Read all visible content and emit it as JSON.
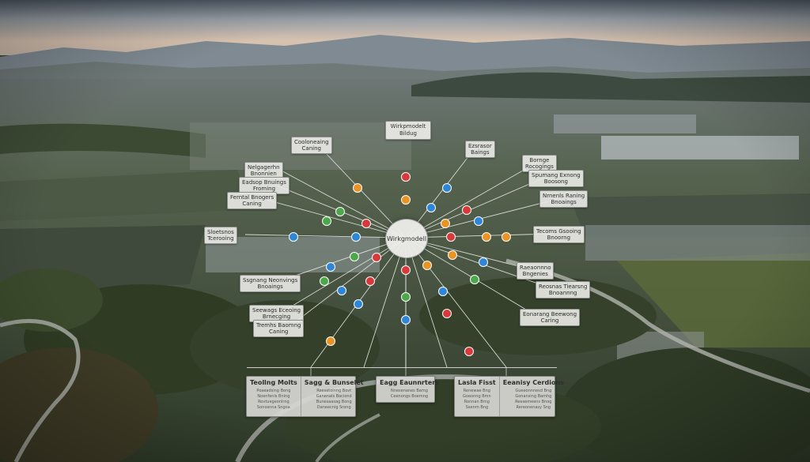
{
  "diagram": {
    "title": [
      "Wirkpmodelt",
      "Bildug"
    ],
    "hub": "Wirkgmodell",
    "labels": [
      {
        "lines": [
          "Cooloneaing",
          "Caning"
        ]
      },
      {
        "lines": [
          "Nelgagerhn",
          "Bnonnien"
        ]
      },
      {
        "lines": [
          "Eadsop Bnuings",
          "Froming"
        ]
      },
      {
        "lines": [
          "Ferntal Bnogers",
          "Caning"
        ]
      },
      {
        "lines": [
          "Sloetsnos",
          "Tcerooing"
        ]
      },
      {
        "lines": [
          "Ssgnang Neonvings",
          "Bnoaings"
        ]
      },
      {
        "lines": [
          "Seewags Eceoing",
          "Brnecging"
        ]
      },
      {
        "lines": [
          "Tremhs Baomng",
          "Caning"
        ]
      },
      {
        "lines": [
          "Ezsrasor",
          "Baings"
        ]
      },
      {
        "lines": [
          "Bornge",
          "Rocogings"
        ]
      },
      {
        "lines": [
          "Spumang Exnong",
          "Boosong"
        ]
      },
      {
        "lines": [
          "Nrnenls Raning",
          "Bnoaings"
        ]
      },
      {
        "lines": [
          "Tecoms Gsooing",
          "Bnoorng"
        ]
      },
      {
        "lines": [
          "Raeaonnno",
          "Bngenies"
        ]
      },
      {
        "lines": [
          "Reosnas Tiearsng",
          "Bnoannng"
        ]
      },
      {
        "lines": [
          "Eonarang Beewong",
          "Caring"
        ]
      }
    ],
    "panels": [
      {
        "columns": [
          {
            "heading": "Teollng Molts",
            "rows": [
              "Poaeadsing Bong",
              "Noenfenls Bning",
              "Rovtuegeonlrng",
              "Sonosnna Sngoa"
            ]
          },
          {
            "heading": "Sagg & Bunselet",
            "rows": [
              "Reesetoinng Bovt",
              "Ganenals Baciond",
              "Bunesaasag Bong",
              "Daneecnig Srong"
            ]
          }
        ]
      },
      {
        "columns": [
          {
            "heading": "Eagg Eaunnrters",
            "rows": [
              "Nnesenanes Bamg",
              "Ceenongs Boemng"
            ]
          }
        ]
      },
      {
        "columns": [
          {
            "heading": "Lasla Fisst",
            "rows": [
              "Renewae Bng",
              "Goeonng Bmn",
              "Ronnan Brng",
              "Ssenrn Bng"
            ]
          },
          {
            "heading": "Eeanisy Cerdions",
            "rows": [
              "Gueeonnnesd Bng",
              "Gonansing Bamhg",
              "Reesemeens Bnog",
              "Rereonenasy Sng"
            ]
          }
        ]
      }
    ]
  },
  "colors": {
    "node_red": "#d63a3a",
    "node_orange": "#e99424",
    "node_blue": "#2f86d6",
    "node_green": "#4ca84a",
    "connector": "#eef0ee",
    "label_fill": "#e8e8e4",
    "hub_fill": "#ececea"
  },
  "nodes": [
    {
      "color": "red"
    },
    {
      "color": "orange"
    },
    {
      "color": "orange"
    },
    {
      "color": "blue"
    },
    {
      "color": "green"
    },
    {
      "color": "blue"
    },
    {
      "color": "green"
    },
    {
      "color": "red"
    },
    {
      "color": "blue"
    },
    {
      "color": "red"
    },
    {
      "color": "blue"
    },
    {
      "color": "orange"
    }
  ]
}
